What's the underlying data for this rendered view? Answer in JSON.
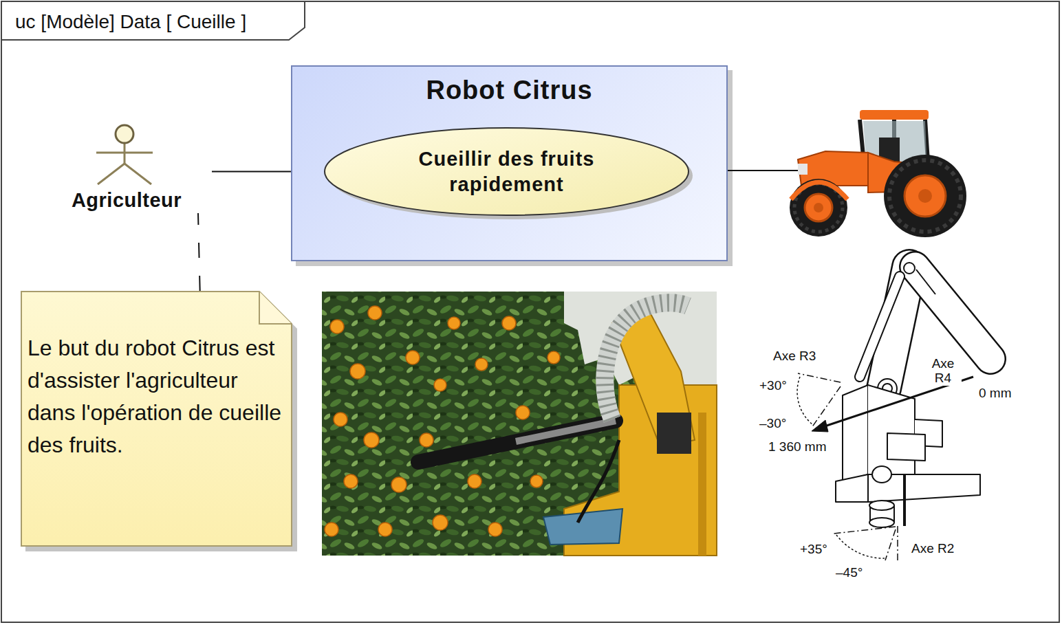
{
  "diagram": {
    "title": "uc [Modèle] Data [ Cueille ]",
    "nodes": [
      {
        "text": [
          "Agriculteur"
        ]
      },
      {
        "text": [
          "Robot Citrus"
        ]
      },
      {
        "text": [
          "Cueillir des fruits rapidement"
        ],
        "in": 1
      },
      {
        "text": [
          "Le but du robot Citrus est d'assister l'agriculteur dans l'opération de cueille des fruits."
        ]
      }
    ],
    "edges": [
      {
        "from": 0,
        "to": 2,
        "arrow": "none"
      },
      {
        "from": 3,
        "to": 0,
        "arrow": "none"
      }
    ],
    "labels": [
      "Axe R3",
      "+30°",
      "–30°",
      "1 360 mm",
      "Axe R4",
      "0 mm",
      "+35°",
      "Axe R2",
      "–45°"
    ]
  }
}
